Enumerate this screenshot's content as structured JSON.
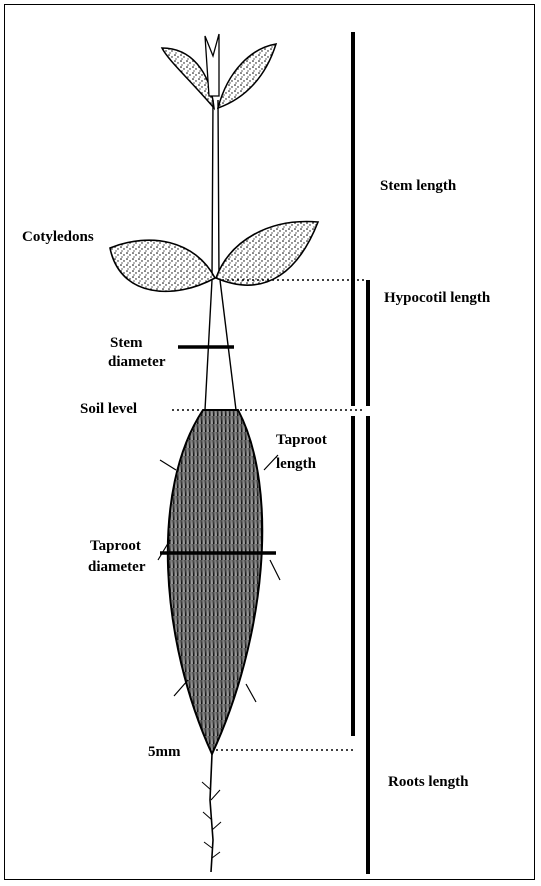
{
  "labels": {
    "stem_length": "Stem length",
    "hypocotil_length": "Hypocotil length",
    "cotyledons": "Cotyledons",
    "stem_diameter_line1": "Stem",
    "stem_diameter_line2": "diameter",
    "soil_level": "Soil level",
    "taproot_length_line1": "Taproot",
    "taproot_length_line2": "length",
    "taproot_diameter_line1": "Taproot",
    "taproot_diameter_line2": "diameter",
    "scale_5mm": "5mm",
    "roots_length": "Roots length"
  },
  "colors": {
    "ink": "#000000",
    "leaf_fill": "#d8d8d8",
    "root_fill": "#7a7a7a",
    "background": "#ffffff"
  }
}
